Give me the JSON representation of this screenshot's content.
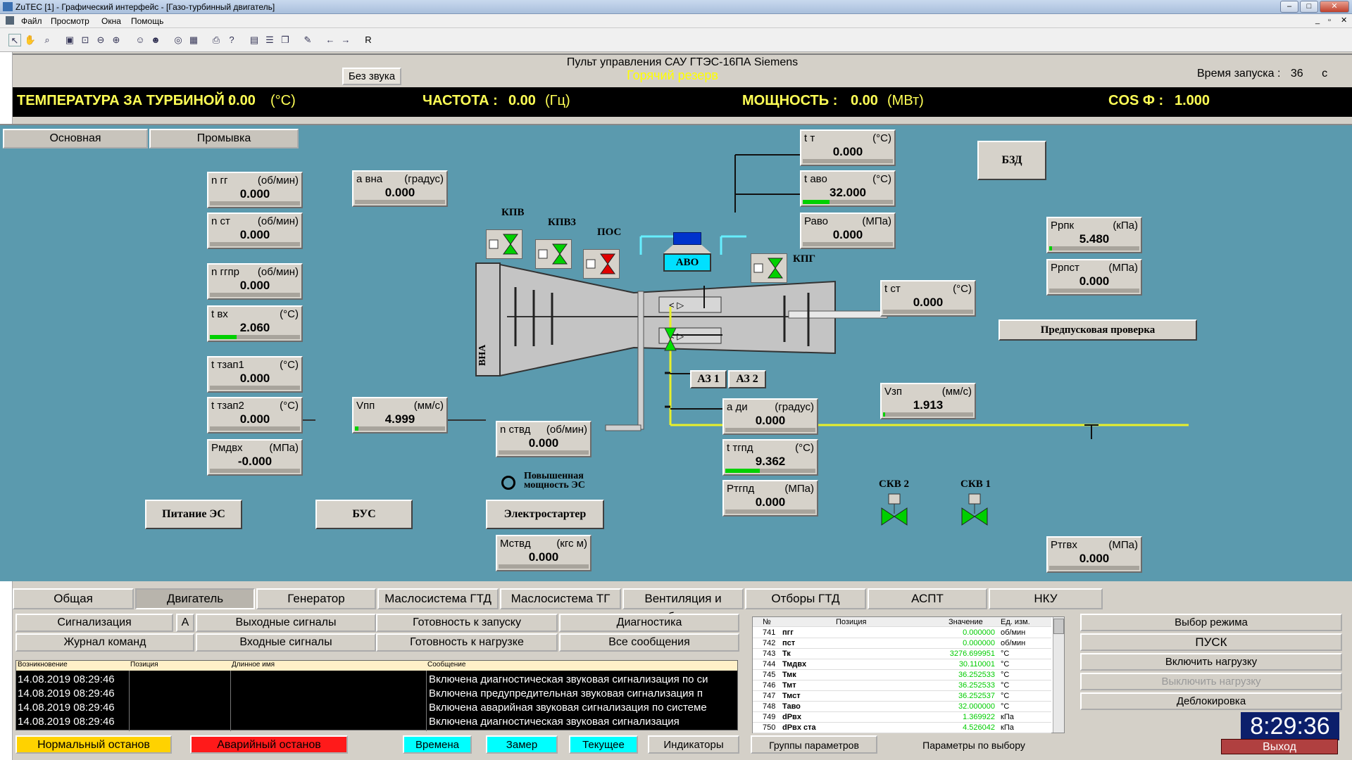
{
  "window": {
    "title": "ZuTEC [1] - Графический интерфейс - [Газо-турбинный двигатель]"
  },
  "menu": [
    "Файл",
    "Просмотр",
    "Окна",
    "Помощь"
  ],
  "toolbar": {
    "r_label": "R"
  },
  "header": {
    "title": "Пульт управления САУ ГТЭС-16ПА Siemens",
    "no_sound": "Без звука",
    "mode": "Горячий резерв",
    "start_time_label": "Время запуска :",
    "start_time_value": "36",
    "start_time_unit": "с"
  },
  "topbar": {
    "turb_label": "ТЕМПЕРАТУРА ЗА ТУРБИНОЙ :",
    "turb_value": "0.00",
    "turb_unit": "(°C)",
    "freq_label": "ЧАСТОТА :",
    "freq_value": "0.00",
    "freq_unit": "(Гц)",
    "power_label": "МОЩНОСТЬ :",
    "power_value": "0.00",
    "power_unit": "(МВт)",
    "cos_label": "COS Ф :",
    "cos_value": "1.000"
  },
  "scheme_tabs": [
    "Основная",
    "Промывка"
  ],
  "gauges": {
    "ngg": {
      "name": "n гг",
      "unit": "(об/мин)",
      "value": "0.000",
      "level": 0
    },
    "nst": {
      "name": "n ст",
      "unit": "(об/мин)",
      "value": "0.000",
      "level": 0
    },
    "nggpr": {
      "name": "n ггпр",
      "unit": "(об/мин)",
      "value": "0.000",
      "level": 0
    },
    "tvx": {
      "name": "t вх",
      "unit": "(°C)",
      "value": "2.060",
      "level": 0.3
    },
    "tzap1": {
      "name": "t тзап1",
      "unit": "(°C)",
      "value": "0.000",
      "level": 0
    },
    "tzap2": {
      "name": "t тзап2",
      "unit": "(°C)",
      "value": "0.000",
      "level": 0
    },
    "pmdvx": {
      "name": "Рмдвх",
      "unit": "(МПа)",
      "value": "-0.000",
      "level": 0
    },
    "avna": {
      "name": "а вна",
      "unit": "(градус)",
      "value": "0.000",
      "level": 0
    },
    "vpp": {
      "name": "Vпп",
      "unit": "(мм/с)",
      "value": "4.999",
      "level": 0.04
    },
    "nstvd": {
      "name": "n ствд",
      "unit": "(об/мин)",
      "value": "0.000",
      "level": 0
    },
    "mstvd": {
      "name": "Мствд",
      "unit": "(кгс м)",
      "value": "0.000",
      "level": 0
    },
    "tt": {
      "name": "t т",
      "unit": "(°C)",
      "value": "0.000",
      "level": 0
    },
    "tavo": {
      "name": "t аво",
      "unit": "(°C)",
      "value": "32.000",
      "level": 0.3
    },
    "pavo": {
      "name": "Раво",
      "unit": "(МПа)",
      "value": "0.000",
      "level": 0
    },
    "tst": {
      "name": "t ст",
      "unit": "(°C)",
      "value": "0.000",
      "level": 0
    },
    "adi": {
      "name": "а ди",
      "unit": "(градус)",
      "value": "0.000",
      "level": 0
    },
    "ttgp": {
      "name": "t тгпд",
      "unit": "(°C)",
      "value": "9.362",
      "level": 0.38
    },
    "ptgp": {
      "name": "Ртгпд",
      "unit": "(МПа)",
      "value": "0.000",
      "level": 0
    },
    "vzp": {
      "name": "Vзп",
      "unit": "(мм/с)",
      "value": "1.913",
      "level": 0.02
    },
    "prpk": {
      "name": "Ррпк",
      "unit": "(кПа)",
      "value": "5.480",
      "level": 0.03
    },
    "prpst": {
      "name": "Ррпст",
      "unit": "(МПа)",
      "value": "0.000",
      "level": 0
    },
    "ptgvx": {
      "name": "Ртгвх",
      "unit": "(МПа)",
      "value": "0.000",
      "level": 0
    }
  },
  "scheme_labels": {
    "kpv": "КПВ",
    "kpv3": "КПВ3",
    "pos": "ПОС",
    "avo": "АВО",
    "kpg": "КПГ",
    "vna": "ВНА",
    "az1": "АЗ 1",
    "az2": "АЗ 2",
    "bzd": "БЗД",
    "precheck": "Предпусковая проверка",
    "power_es": "Питание ЭС",
    "bus": "БУС",
    "starter": "Электростартер",
    "hp1": "Повышенная",
    "hp2": "мощность ЭС",
    "skv2": "СКВ 2",
    "skv1": "СКВ 1"
  },
  "tabs": [
    "Общая",
    "Двигатель",
    "Генератор",
    "Маслосистема ГТД",
    "Маслосистема ТГ",
    "Вентиляция и обогрев",
    "Отборы ГТД",
    "АСПТ",
    "НКУ"
  ],
  "subbuttons": {
    "sig": "Сигнализация",
    "a": "А",
    "out": "Выходные сигналы",
    "ready_start": "Готовность к запуску",
    "diag": "Диагностика",
    "journal": "Журнал команд",
    "in": "Входные сигналы",
    "ready_load": "Готовность к нагрузке",
    "all": "Все сообщения"
  },
  "log": {
    "headers": [
      "Возникновение",
      "Позиция",
      "Длинное имя",
      "Сообщение"
    ],
    "rows": [
      {
        "time": "14.08.2019 08:29:46",
        "msg": "Включена диагностическая звуковая сигнализация по си"
      },
      {
        "time": "14.08.2019 08:29:46",
        "msg": "Включена предупредительная звуковая сигнализация п"
      },
      {
        "time": "14.08.2019 08:29:46",
        "msg": "Включена аварийная звуковая сигнализация по системе"
      },
      {
        "time": "14.08.2019 08:29:46",
        "msg": "Включена диагностическая звуковая сигнализация"
      }
    ]
  },
  "params": {
    "headers": [
      "№",
      "Позиция",
      "Значение",
      "Ед. изм."
    ],
    "rows": [
      {
        "n": "741",
        "pos": "пгг",
        "val": "0.000000",
        "unit": "об/мин"
      },
      {
        "n": "742",
        "pos": "пст",
        "val": "0.000000",
        "unit": "об/мин"
      },
      {
        "n": "743",
        "pos": "Тк",
        "val": "3276.699951",
        "unit": "°C"
      },
      {
        "n": "744",
        "pos": "Тмдвх",
        "val": "30.110001",
        "unit": "°C"
      },
      {
        "n": "745",
        "pos": "Тмк",
        "val": "36.252533",
        "unit": "°C"
      },
      {
        "n": "746",
        "pos": "Тмт",
        "val": "36.252533",
        "unit": "°C"
      },
      {
        "n": "747",
        "pos": "Тмст",
        "val": "36.252537",
        "unit": "°C"
      },
      {
        "n": "748",
        "pos": "Таво",
        "val": "32.000000",
        "unit": "°C"
      },
      {
        "n": "749",
        "pos": "dРвх",
        "val": "1.369922",
        "unit": "кПа"
      },
      {
        "n": "750",
        "pos": "dРвх ста",
        "val": "4.526042",
        "unit": "кПа"
      }
    ]
  },
  "right_buttons": {
    "mode_select": "Выбор режима",
    "start": "ПУСК",
    "load_on": "Включить нагрузку",
    "load_off": "Выключить нагрузку",
    "unblock": "Деблокировка"
  },
  "bottom": {
    "normal_stop": "Нормальный останов",
    "emergency_stop": "Аварийный останов",
    "times": "Времена",
    "measure": "Замер",
    "current": "Текущее",
    "indicators": "Индикаторы",
    "groups": "Группы параметров",
    "params_sel": "Параметры по выбору"
  },
  "clock": "8:29:36",
  "exit": "Выход"
}
